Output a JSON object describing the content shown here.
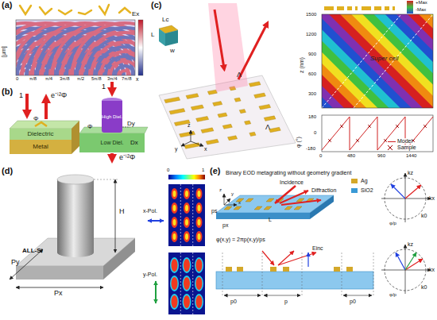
{
  "diagram": {
    "nodes": [
      {
        "text": [
          "Dielectric"
        ]
      },
      {
        "text": [
          "Metal"
        ]
      },
      {
        "text": [
          "High Diel."
        ]
      },
      {
        "text": [
          "Low Diel."
        ]
      }
    ],
    "labels": [
      "(a)",
      "Ex",
      "[μm]",
      "x",
      "0",
      "π/8",
      "π/4",
      "3π/8",
      "π/2",
      "5π/8",
      "3π/4",
      "7π/8",
      "(b)",
      "1",
      "e⁻ⁱ²Φ",
      "Φ",
      "1",
      "Φ",
      "Dy",
      "Dx",
      "e⁻ⁱ²Φ",
      "(c)",
      "Lc",
      "L",
      "w",
      "z",
      "Λ",
      "x",
      "y",
      "Λ",
      "z (nm)",
      "1500",
      "1200",
      "900",
      "600",
      "300",
      "Super cell",
      "+Max",
      "-Max",
      "φ (°)",
      "180",
      "0",
      "-180",
      "0",
      "480",
      "960",
      "1440",
      "(d)",
      "ALL-Si",
      "H",
      "Px",
      "Py",
      "x-Pol.",
      "y-Pol.",
      "0",
      "1",
      "(e)",
      "Binary EOD metagrating without geometry gradient",
      "z",
      "y",
      "x",
      "ps",
      "px",
      "Incidence",
      "Diffraction",
      "L",
      "φ(x,y) = 2πp(x,y)/ps",
      "Einc",
      "p",
      "p0",
      "p0",
      "kz",
      "kx",
      "k0",
      "φ/p",
      "kz",
      "kx",
      "k0",
      "φ/p"
    ],
    "legend": [
      {
        "text": "Ag",
        "color": "#d4a82a"
      },
      {
        "text": "SiO2",
        "color": "#3a9ad6"
      },
      {
        "text": "Model"
      },
      {
        "text": "Sample"
      }
    ]
  }
}
